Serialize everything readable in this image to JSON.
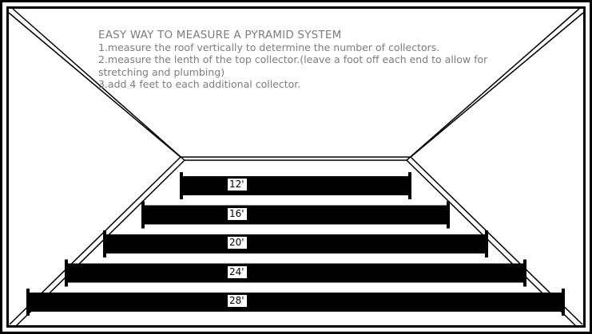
{
  "instructions": {
    "title": "EASY WAY TO MEASURE A PYRAMID SYSTEM",
    "step_1": "1.measure the roof vertically to determine the number of collectors.",
    "step_2_line_1": "2.measure the lenth of the top collector.(leave a foot off each end to allow for",
    "step_2_line_2": "stretching and plumbing)",
    "step_3": "3.add 4 feet to each additional collector."
  },
  "collectors": [
    {
      "label": "12'",
      "length_ft": 12
    },
    {
      "label": "16'",
      "length_ft": 16
    },
    {
      "label": "20'",
      "length_ft": 20
    },
    {
      "label": "24'",
      "length_ft": 24
    },
    {
      "label": "28'",
      "length_ft": 28
    }
  ],
  "colors": {
    "collector": "#000000",
    "frame": "#000000",
    "text": "#7d7d7d",
    "background": "#ffffff"
  }
}
